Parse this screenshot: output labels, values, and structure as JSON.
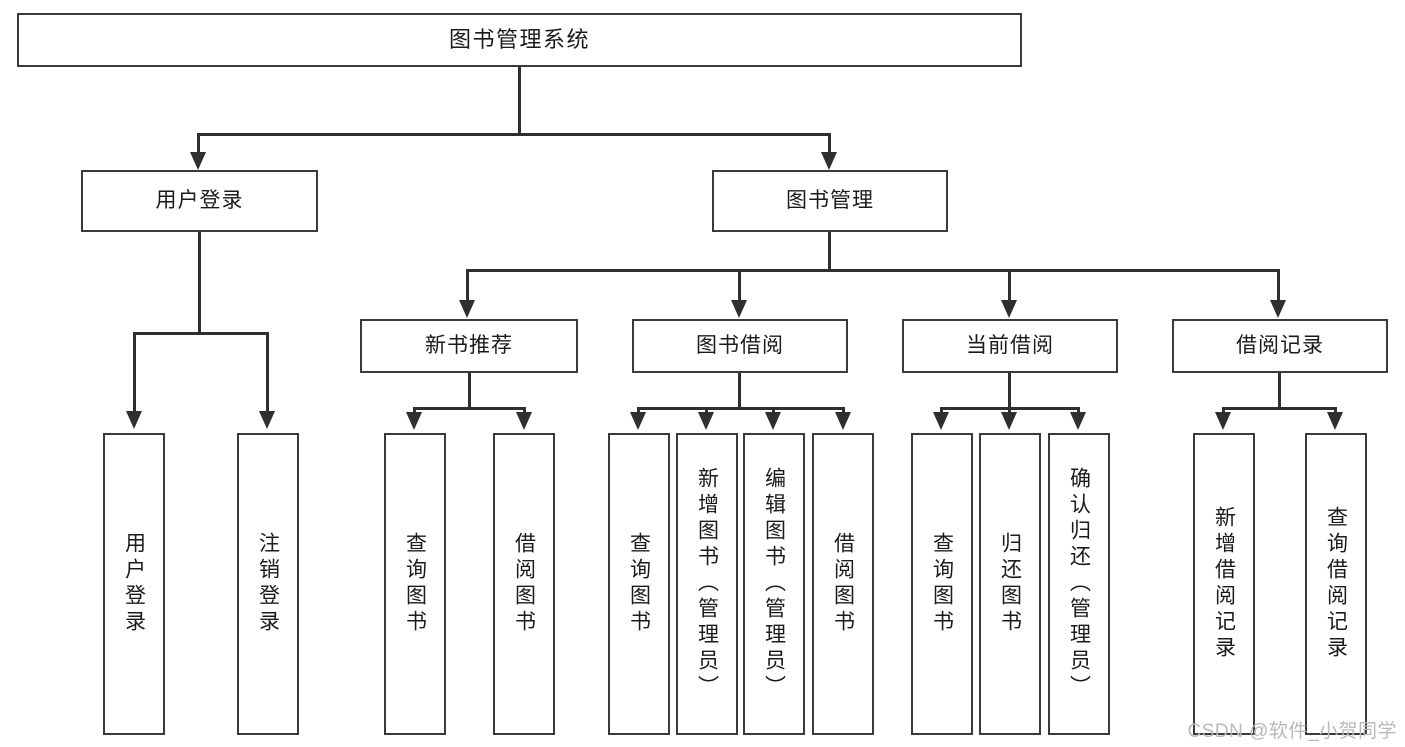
{
  "diagram": {
    "title": "图书管理系统",
    "type": "tree-structure-chart",
    "root": {
      "label": "图书管理系统"
    },
    "level2": [
      {
        "label": "用户登录"
      },
      {
        "label": "图书管理"
      }
    ],
    "level3": [
      {
        "label": "新书推荐"
      },
      {
        "label": "图书借阅"
      },
      {
        "label": "当前借阅"
      },
      {
        "label": "借阅记录"
      }
    ],
    "leaves": {
      "user_login": [
        {
          "label": "用户登录"
        },
        {
          "label": "注销登录"
        }
      ],
      "new_book_recommend": [
        {
          "label": "查询图书"
        },
        {
          "label": "借阅图书"
        }
      ],
      "book_borrow": [
        {
          "label": "查询图书"
        },
        {
          "label": "新增图书（管理员）"
        },
        {
          "label": "编辑图书（管理员）"
        },
        {
          "label": "借阅图书"
        }
      ],
      "current_borrow": [
        {
          "label": "查询图书"
        },
        {
          "label": "归还图书"
        },
        {
          "label": "确认归还（管理员）"
        }
      ],
      "borrow_record": [
        {
          "label": "新增借阅记录"
        },
        {
          "label": "查询借阅记录"
        }
      ]
    }
  },
  "watermark": {
    "text": "CSDN @软件_小贺同学",
    "color": "#b9b9b9"
  },
  "style": {
    "stroke": "#3a3a3a",
    "line": "#2f2f2f",
    "background": "#ffffff",
    "text": "#1b1b1b"
  }
}
